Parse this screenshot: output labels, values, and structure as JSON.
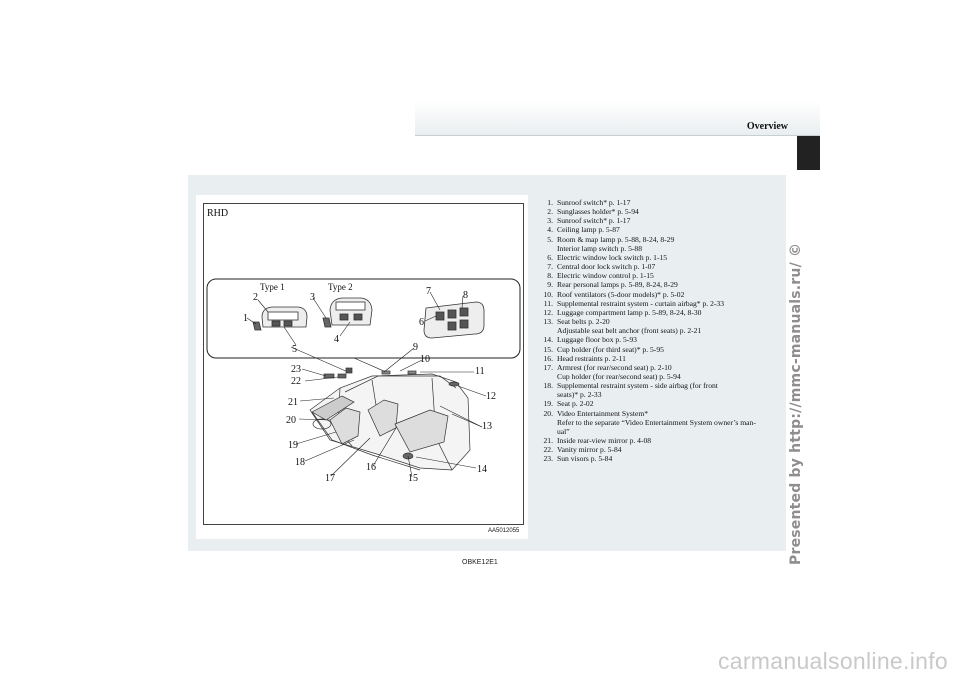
{
  "header": {
    "title": "Overview"
  },
  "figure": {
    "region_label": "RHD",
    "image_code": "AA5012055",
    "type_labels": [
      "Type 1",
      "Type 2"
    ],
    "callouts": [
      "1",
      "2",
      "3",
      "4",
      "5",
      "6",
      "7",
      "8",
      "9",
      "10",
      "11",
      "12",
      "13",
      "14",
      "15",
      "16",
      "17",
      "18",
      "19",
      "20",
      "21",
      "22",
      "23"
    ]
  },
  "items": [
    {
      "num": "1.",
      "text": "Sunroof switch* p. 1-17"
    },
    {
      "num": "2.",
      "text": "Sunglasses holder* p. 5-94"
    },
    {
      "num": "3.",
      "text": "Sunroof switch* p. 1-17"
    },
    {
      "num": "4.",
      "text": "Ceiling lamp p. 5-87"
    },
    {
      "num": "5.",
      "text": "Room & map lamp p. 5-88, 8-24, 8-29",
      "sub": "Interior lamp switch p. 5-88"
    },
    {
      "num": "6.",
      "text": "Electric window lock switch p. 1-15"
    },
    {
      "num": "7.",
      "text": "Central door lock switch p. 1-07"
    },
    {
      "num": "8.",
      "text": "Electric window control p. 1-15"
    },
    {
      "num": "9.",
      "text": "Rear personal lamps p. 5-89, 8-24, 8-29"
    },
    {
      "num": "10.",
      "text": "Roof ventilators (5-door models)* p. 5-02"
    },
    {
      "num": "11.",
      "text": "Supplemental restraint system - curtain airbag* p. 2-33"
    },
    {
      "num": "12.",
      "text": "Luggage compartment lamp p. 5-89, 8-24, 8-30"
    },
    {
      "num": "13.",
      "text": "Seat belts p. 2-20",
      "sub": "Adjustable seat belt anchor (front seats) p. 2-21"
    },
    {
      "num": "14.",
      "text": "Luggage floor box p. 5-93"
    },
    {
      "num": "15.",
      "text": "Cup holder (for third seat)* p. 5-95"
    },
    {
      "num": "16.",
      "text": "Head restraints p. 2-11"
    },
    {
      "num": "17.",
      "text": "Armrest (for rear/second seat) p. 2-10",
      "sub": "Cup holder (for rear/second seat) p. 5-94"
    },
    {
      "num": "18.",
      "text": "Supplemental restraint system - side airbag (for front",
      "sub": "seats)* p. 2-33"
    },
    {
      "num": "19.",
      "text": "Seat p. 2-02"
    },
    {
      "num": "20.",
      "text": "Video Entertainment System*",
      "sub": "Refer to the separate “Video Entertainment System owner’s man-",
      "sub2": "ual”"
    },
    {
      "num": "21.",
      "text": "Inside rear-view mirror p. 4-08"
    },
    {
      "num": "22.",
      "text": "Vanity mirror p. 5-84"
    },
    {
      "num": "23.",
      "text": "Sun visors p. 5-84"
    }
  ],
  "footer": {
    "code": "OBKE12E1"
  },
  "watermark": "Presented by http://mmc-manuals.ru/ ©",
  "bottom_logo": "carmanualsonline.info"
}
